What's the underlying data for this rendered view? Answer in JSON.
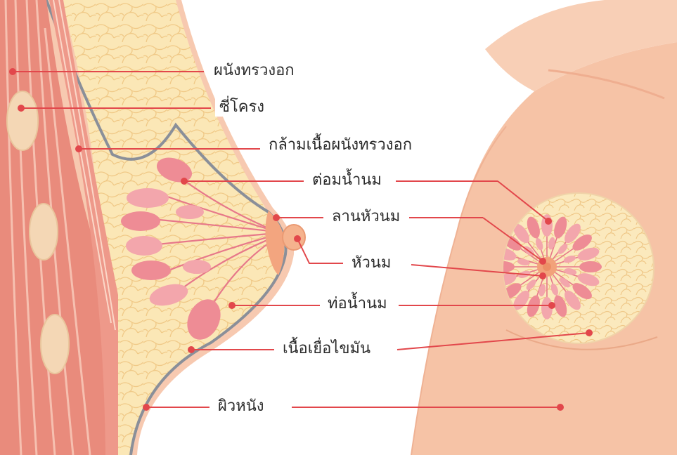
{
  "labels": {
    "chest_wall": "ผนังทรวงอก",
    "ribs": "ซี่โครง",
    "pectoral_muscle": "กล้ามเนื้อผนังทรวงอก",
    "lobules": "ต่อมน้ำนม",
    "areola": "ลานหัวนม",
    "nipple": "หัวนม",
    "milk_ducts": "ท่อน้ำนม",
    "fatty_tissue": "เนื้อเยื่อไขมัน",
    "skin": "ผิวหนัง"
  },
  "colors": {
    "skin": "#f6c7ad",
    "skin_dark": "#efae90",
    "muscle": "#e8877a",
    "muscle_light": "#f3b2a3",
    "fat": "#fbe7b6",
    "fat_line": "#f3d08c",
    "lobe": "#ee8c95",
    "lobe_light": "#f6b6b9",
    "areola": "#f2a27a",
    "pointer": "#e2474b",
    "outline": "#8a8f99"
  }
}
